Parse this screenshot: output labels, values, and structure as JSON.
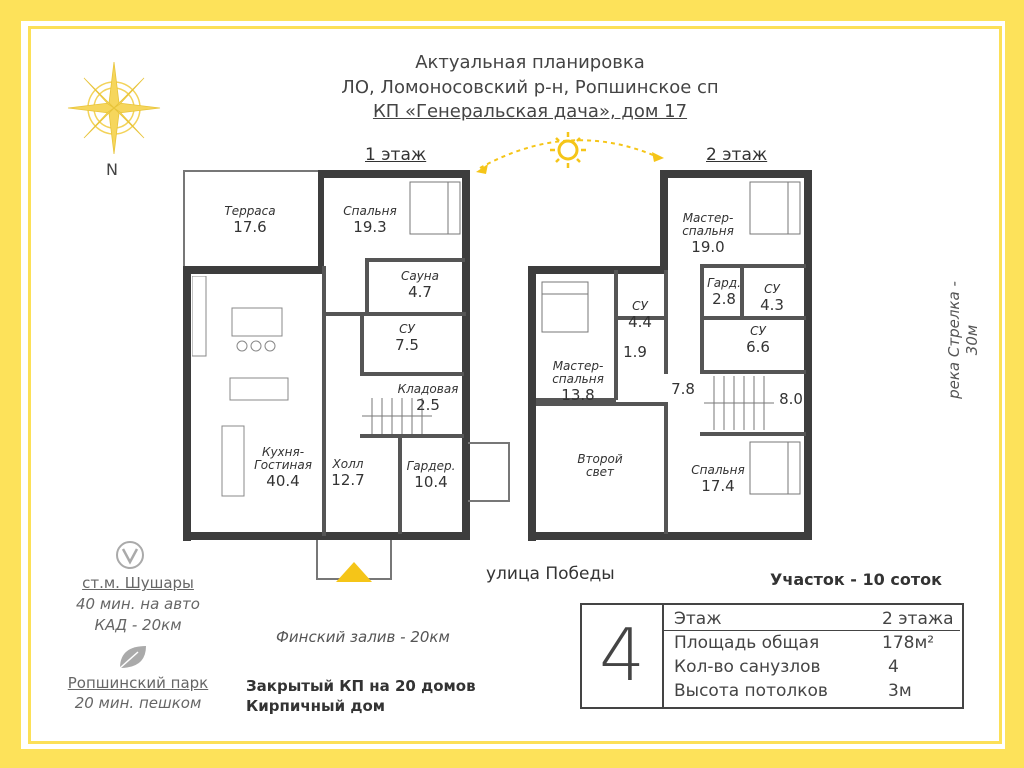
{
  "header": {
    "line1": "Актуальная планировка",
    "line2": "ЛО, Ломоносовский р-н, Ропшинское сп",
    "line3": "КП «Генеральская дача», дом 17"
  },
  "compass_label": "N",
  "floor1": {
    "label": "1 этаж",
    "rooms": [
      {
        "name": "Терраса",
        "area": "17.6"
      },
      {
        "name": "Спальня",
        "area": "19.3"
      },
      {
        "name": "Сауна",
        "area": "4.7"
      },
      {
        "name": "СУ",
        "area": "7.5"
      },
      {
        "name": "Кладовая",
        "area": "2.5"
      },
      {
        "name": "Кухня-\nГостиная",
        "area": "40.4"
      },
      {
        "name": "Холл",
        "area": "12.7"
      },
      {
        "name": "Гардер.",
        "area": "10.4"
      }
    ]
  },
  "floor2": {
    "label": "2 этаж",
    "rooms": [
      {
        "name": "Мастер-\nспальня",
        "area": "19.0"
      },
      {
        "name": "Гард.",
        "area": "2.8"
      },
      {
        "name": "СУ",
        "area": "4.3"
      },
      {
        "name": "СУ",
        "area": "4.4"
      },
      {
        "name": "СУ",
        "area": "6.6"
      },
      {
        "name": "Мастер-\nспальня",
        "area": "13.8"
      },
      {
        "name": "",
        "area": "1.9"
      },
      {
        "name": "",
        "area": "7.8"
      },
      {
        "name": "",
        "area": "8.0"
      },
      {
        "name": "Второй\nсвет",
        "area": ""
      },
      {
        "name": "Спальня",
        "area": "17.4"
      }
    ]
  },
  "street": "улица Победы",
  "river": "река Стрелка - 30м",
  "gulf": "Финский залив - 20км",
  "metro": {
    "name": "ст.м. Шушары",
    "time": "40 мин. на авто",
    "kad": "КАД - 20км"
  },
  "park": {
    "name": "Ропшинский парк",
    "time": "20 мин. пешком"
  },
  "closed_community": "Закрытый КП на 20 домов",
  "brick_house": "Кирпичный дом",
  "plot": "Участок - 10 соток",
  "info": {
    "number": "4",
    "rows": [
      {
        "label": "Этаж",
        "value": "2 этажа"
      },
      {
        "label": "Площадь общая",
        "value": "178м²"
      },
      {
        "label": "Кол-во санузлов",
        "value": "4"
      },
      {
        "label": "Высота потолков",
        "value": "3м"
      }
    ]
  },
  "colors": {
    "accent": "#fde25a",
    "sun": "#f5c518",
    "wall": "#3d3d3d"
  }
}
